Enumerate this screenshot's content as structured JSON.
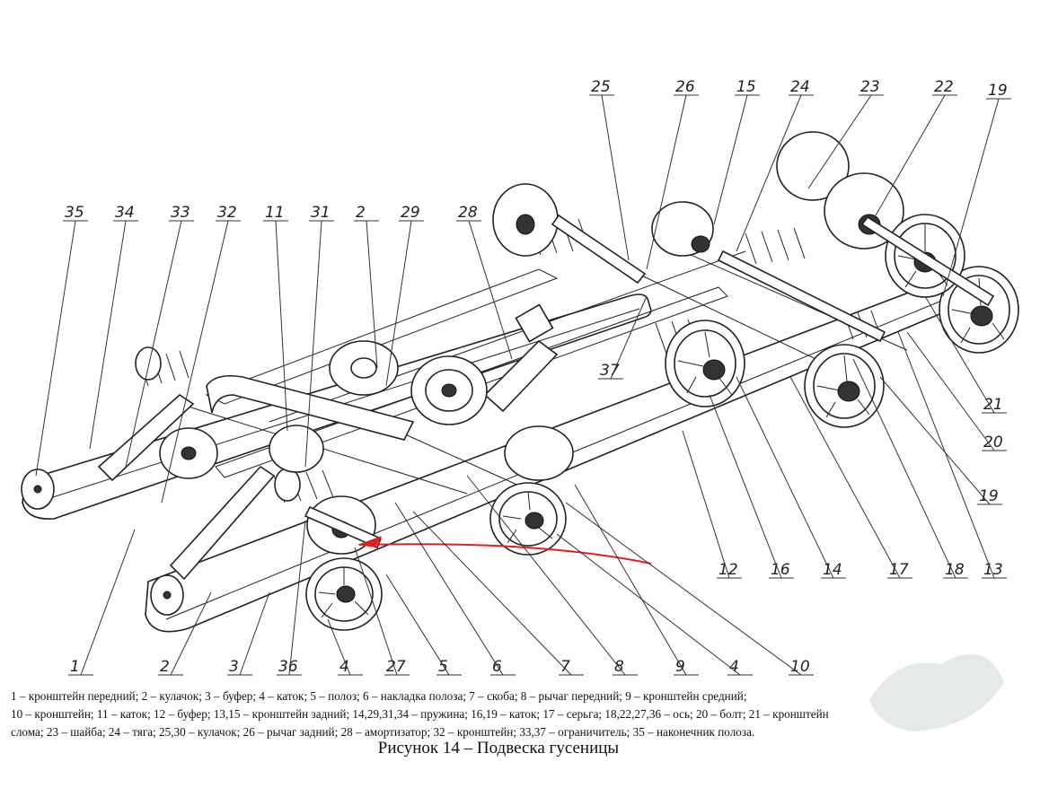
{
  "callouts_top": [
    "25",
    "26",
    "15",
    "24",
    "23",
    "22",
    "19"
  ],
  "callouts_left": [
    "35",
    "34",
    "33",
    "32",
    "11",
    "31",
    "2",
    "29",
    "28"
  ],
  "callouts_bottom": [
    "1",
    "2",
    "3",
    "36",
    "4",
    "27",
    "5",
    "6",
    "7",
    "8",
    "9",
    "4",
    "10"
  ],
  "callouts_right": [
    "12",
    "16",
    "14",
    "17",
    "18",
    "13",
    "19",
    "20",
    "21"
  ],
  "callout_middle": "37",
  "legend": {
    "line1": "1 – кронштейн передний; 2 – кулачок; 3 – буфер; 4 – каток; 5 – полоз; 6 – накладка полоза; 7 – скоба; 8 – рычаг передний; 9 – кронштейн средний;",
    "line2": "10 – кронштейн; 11 – каток; 12 – буфер; 13,15 – кронштейн задний; 14,29,31,34 – пружина; 16,19 – каток; 17 – серьга; 18,22,27,36 – ось; 20 – болт; 21 – кронштейн",
    "line3": "слома; 23 – шайба; 24 – тяга; 25,30 – кулачок; 26 – рычаг задний; 28 – амортизатор; 32 – кронштейн; 33,37 – ограничитель; 35 – наконечник полоза."
  },
  "caption": "Рисунок 14 – Подвеска гусеницы",
  "colors": {
    "arrow": "#e02020",
    "ink": "#222222"
  }
}
